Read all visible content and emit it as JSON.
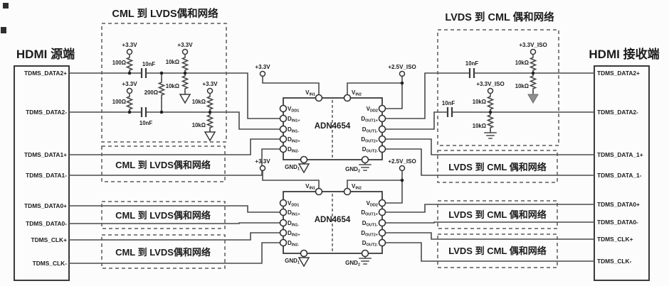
{
  "source": {
    "title": "HDMI 源端",
    "signals": [
      "TDMS_DATA2+",
      "TDMS_DATA2-",
      "TDMS_DATA1+",
      "TDMS_DATA1-",
      "TDMS_DATA0+",
      "TDMS_DATA0-",
      "TDMS_CLK+",
      "TDMS_CLK-"
    ]
  },
  "receiver": {
    "title": "HDMI 接收端",
    "signals": [
      "TDMS_DATA2+",
      "TDMS_DATA2-",
      "TDMS_DATA_1+",
      "TDMS_DATA_1-",
      "TDMS_DATA0+",
      "TDMS_DATA0-",
      "TDMS_CLK+",
      "TDMS_CLK-"
    ]
  },
  "networks": {
    "cml_to_lvds": "CML 到 LVDS偶和网络",
    "lvds_to_cml": "LVDS 到 CML 偶和网络"
  },
  "chip": {
    "name": "ADN4654",
    "pins": {
      "top": [
        {
          "b": "V",
          "s": "IN1"
        },
        {
          "b": "V",
          "s": "IN2"
        }
      ],
      "left": [
        {
          "b": "V",
          "s": "DD1"
        },
        {
          "b": "D",
          "s": "IN1+"
        },
        {
          "b": "D",
          "s": "IN1-"
        },
        {
          "b": "D",
          "s": "IN2+"
        },
        {
          "b": "D",
          "s": "IN2-"
        }
      ],
      "right": [
        {
          "b": "V",
          "s": "DD2"
        },
        {
          "b": "D",
          "s": "OUT1+"
        },
        {
          "b": "D",
          "s": "OUT1-"
        },
        {
          "b": "D",
          "s": "OUT2+"
        },
        {
          "b": "D",
          "s": "OUT2-"
        }
      ],
      "bottom": [
        {
          "b": "GND",
          "s": "1"
        },
        {
          "b": "GND",
          "s": "2"
        }
      ]
    }
  },
  "supplies": {
    "v33": "+3.3V",
    "v25_iso": "+2.5V_ISO",
    "v33_iso": "+3.3V_ISO"
  },
  "components": {
    "r100": "100Ω",
    "r200": "200Ω",
    "r10k": "10kΩ",
    "c10n": "10nF"
  },
  "colors": {
    "wire": "#4a4a4a",
    "text": "#1c1c1c",
    "ground_fill": "#8f8f8f"
  }
}
